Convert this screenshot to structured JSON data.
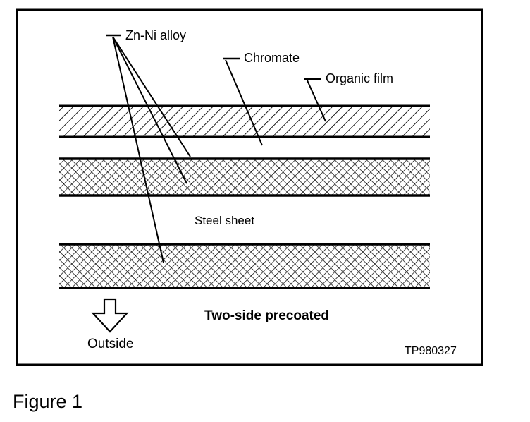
{
  "figure": {
    "caption": "Figure 1",
    "code": "TP980327",
    "title": "Two-side precoated",
    "direction_label": "Outside",
    "direction_icon": "arrow-down-icon"
  },
  "labels": {
    "zn_ni": "Zn-Ni alloy",
    "chromate": "Chromate",
    "organic": "Organic film",
    "steel": "Steel sheet"
  },
  "colors": {
    "ink": "#000000",
    "paper": "#ffffff"
  }
}
